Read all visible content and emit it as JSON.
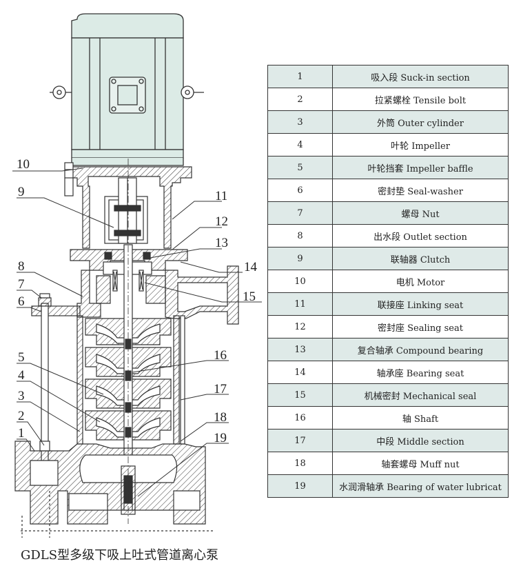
{
  "callouts": [
    "1",
    "2",
    "3",
    "4",
    "5",
    "6",
    "7",
    "8",
    "9",
    "10",
    "11",
    "12",
    "13",
    "14",
    "15",
    "16",
    "17",
    "18",
    "19"
  ],
  "parts": [
    {
      "no": "1",
      "name": "吸入段 Suck-in section"
    },
    {
      "no": "2",
      "name": "拉紧螺栓 Tensile bolt"
    },
    {
      "no": "3",
      "name": "外筒 Outer cylinder"
    },
    {
      "no": "4",
      "name": "叶轮 Impeller"
    },
    {
      "no": "5",
      "name": "叶轮挡套 Impeller baffle"
    },
    {
      "no": "6",
      "name": "密封垫 Seal-washer"
    },
    {
      "no": "7",
      "name": "螺母 Nut"
    },
    {
      "no": "8",
      "name": "出水段 Outlet section"
    },
    {
      "no": "9",
      "name": "联轴器 Clutch"
    },
    {
      "no": "10",
      "name": "电机 Motor"
    },
    {
      "no": "11",
      "name": "联接座 Linking seat"
    },
    {
      "no": "12",
      "name": "密封座 Sealing seat"
    },
    {
      "no": "13",
      "name": "复合轴承 Compound bearing"
    },
    {
      "no": "14",
      "name": "轴承座 Bearing seat"
    },
    {
      "no": "15",
      "name": "机械密封 Mechanical seal"
    },
    {
      "no": "16",
      "name": "轴 Shaft"
    },
    {
      "no": "17",
      "name": "中段 Middle section"
    },
    {
      "no": "18",
      "name": "轴套螺母 Muff nut"
    },
    {
      "no": "19",
      "name": "水润滑轴承 Bearing of water lubricat"
    }
  ],
  "caption": "GDLS型多级下吸上吐式管道离心泵",
  "colors": {
    "motor_fill": "#dcebe6",
    "section_fill": "#ffffff",
    "table_shade": "#dfeae8",
    "line": "#333333"
  }
}
